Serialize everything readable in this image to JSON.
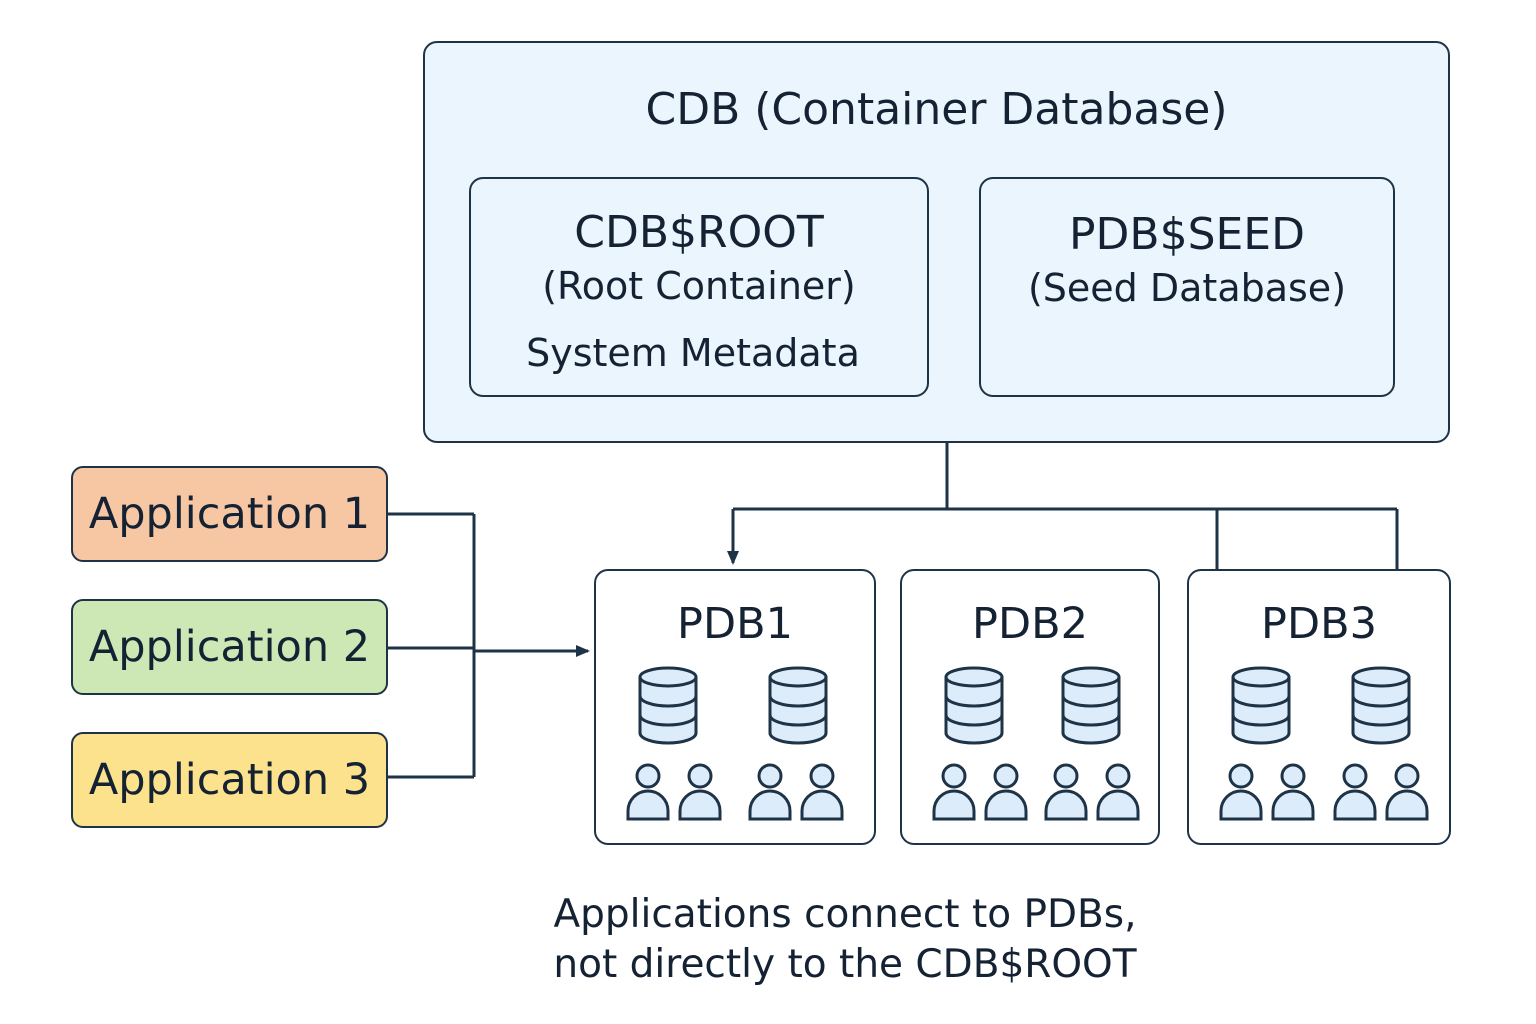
{
  "cdb": {
    "title": "CDB (Container Database)",
    "root": {
      "title": "CDB$ROOT",
      "subtitle": "(Root Container)",
      "note": "System Metadata"
    },
    "seed": {
      "title": "PDB$SEED",
      "subtitle": "(Seed Database)"
    }
  },
  "applications": [
    {
      "label": "Application 1",
      "color": "#f7c7a3"
    },
    {
      "label": "Application 2",
      "color": "#cde8b5"
    },
    {
      "label": "Application 3",
      "color": "#fce28c"
    }
  ],
  "pdbs": [
    {
      "label": "PDB1"
    },
    {
      "label": "PDB2"
    },
    {
      "label": "PDB3"
    }
  ],
  "caption": {
    "line1": "Applications connect to PDBs,",
    "line2": "not directly to the CDB$ROOT"
  },
  "colors": {
    "stroke": "#1f3347",
    "container_fill": "#eaf5fd",
    "icon_fill": "#dcecfb"
  },
  "icons": {
    "database": "database-icon",
    "user": "user-icon"
  }
}
